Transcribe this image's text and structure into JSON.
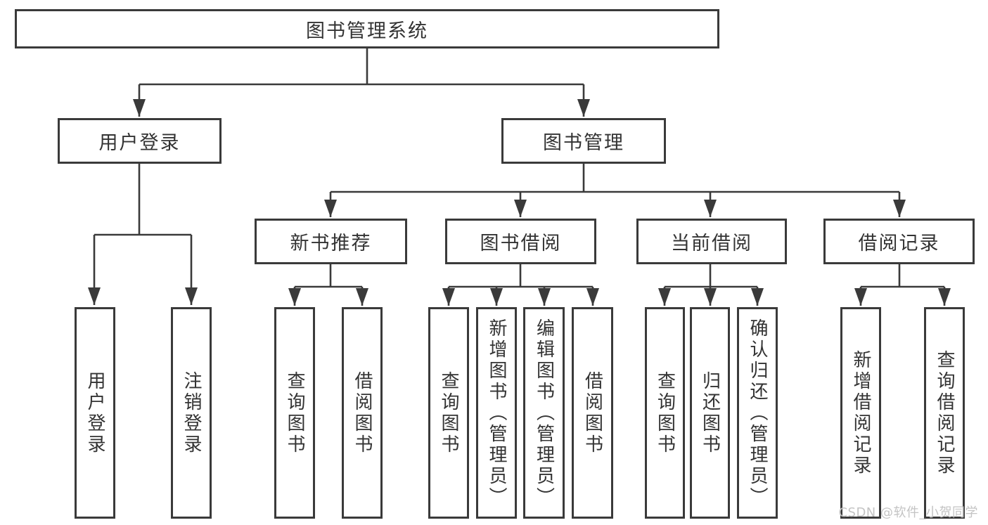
{
  "diagram": {
    "root_label": "图书管理系统",
    "level1": {
      "user_login": "用户登录",
      "book_mgmt": "图书管理"
    },
    "level2": {
      "new_books": "新书推荐",
      "book_borrow": "图书借阅",
      "current_borrow": "当前借阅",
      "borrow_records": "借阅记录"
    },
    "leaves": {
      "user_login": [
        "用户登录",
        "注销登录"
      ],
      "new_books": [
        "查询图书",
        "借阅图书"
      ],
      "book_borrow": [
        "查询图书",
        "新增图书（管理员）",
        "编辑图书（管理员）",
        "借阅图书"
      ],
      "current_borrow": [
        "查询图书",
        "归还图书",
        "确认归还（管理员）"
      ],
      "borrow_records": [
        "新增借阅记录",
        "查询借阅记录"
      ]
    }
  },
  "watermark": "CSDN @软件_小贺同学",
  "colors": {
    "line": "#3a3a3a",
    "box_border": "#3a3a3a",
    "text": "#333333",
    "watermark": "#c4c4c4",
    "background": "#ffffff"
  }
}
